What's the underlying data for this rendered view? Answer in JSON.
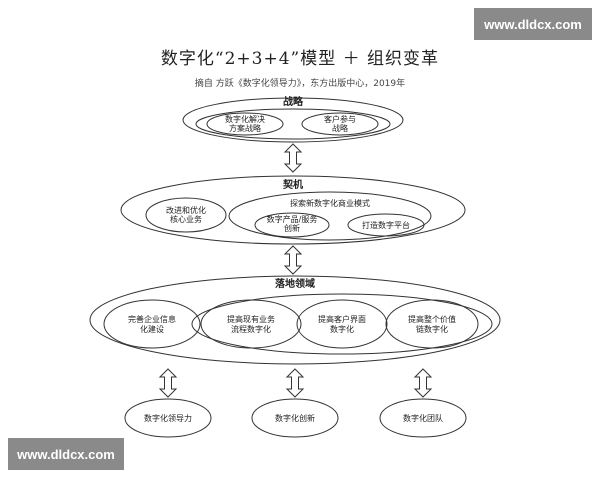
{
  "watermark_top": "www.dldcx.com",
  "watermark_bottom": "www.dldcx.com",
  "title": "数字化“2+3+4”模型 ＋ 组织变革",
  "subtitle": "摘自 方跃《数字化领导力》，东方出版中心，2019年",
  "strategy": {
    "label": "战略",
    "items": [
      {
        "line1": "数字化解决",
        "line2": "方案战略"
      },
      {
        "line1": "客户参与",
        "line2": "战略"
      }
    ]
  },
  "opportunity": {
    "label": "契机",
    "left": {
      "line1": "改进和优化",
      "line2": "核心业务"
    },
    "explore": {
      "label": "探索新数字化商业模式",
      "items": [
        {
          "line1": "数字产品/服务",
          "line2": "创新"
        },
        {
          "line1": "打造数字平台",
          "line2": ""
        }
      ]
    }
  },
  "landing": {
    "label": "落地领域",
    "left": {
      "line1": "完善企业信息",
      "line2": "化建设"
    },
    "items": [
      {
        "line1": "提高现有业务",
        "line2": "流程数字化"
      },
      {
        "line1": "提高客户界面",
        "line2": "数字化"
      },
      {
        "line1": "提高整个价值",
        "line2": "链数字化"
      }
    ]
  },
  "bottom": [
    {
      "label": "数字化领导力"
    },
    {
      "label": "数字化创新"
    },
    {
      "label": "数字化团队"
    }
  ]
}
